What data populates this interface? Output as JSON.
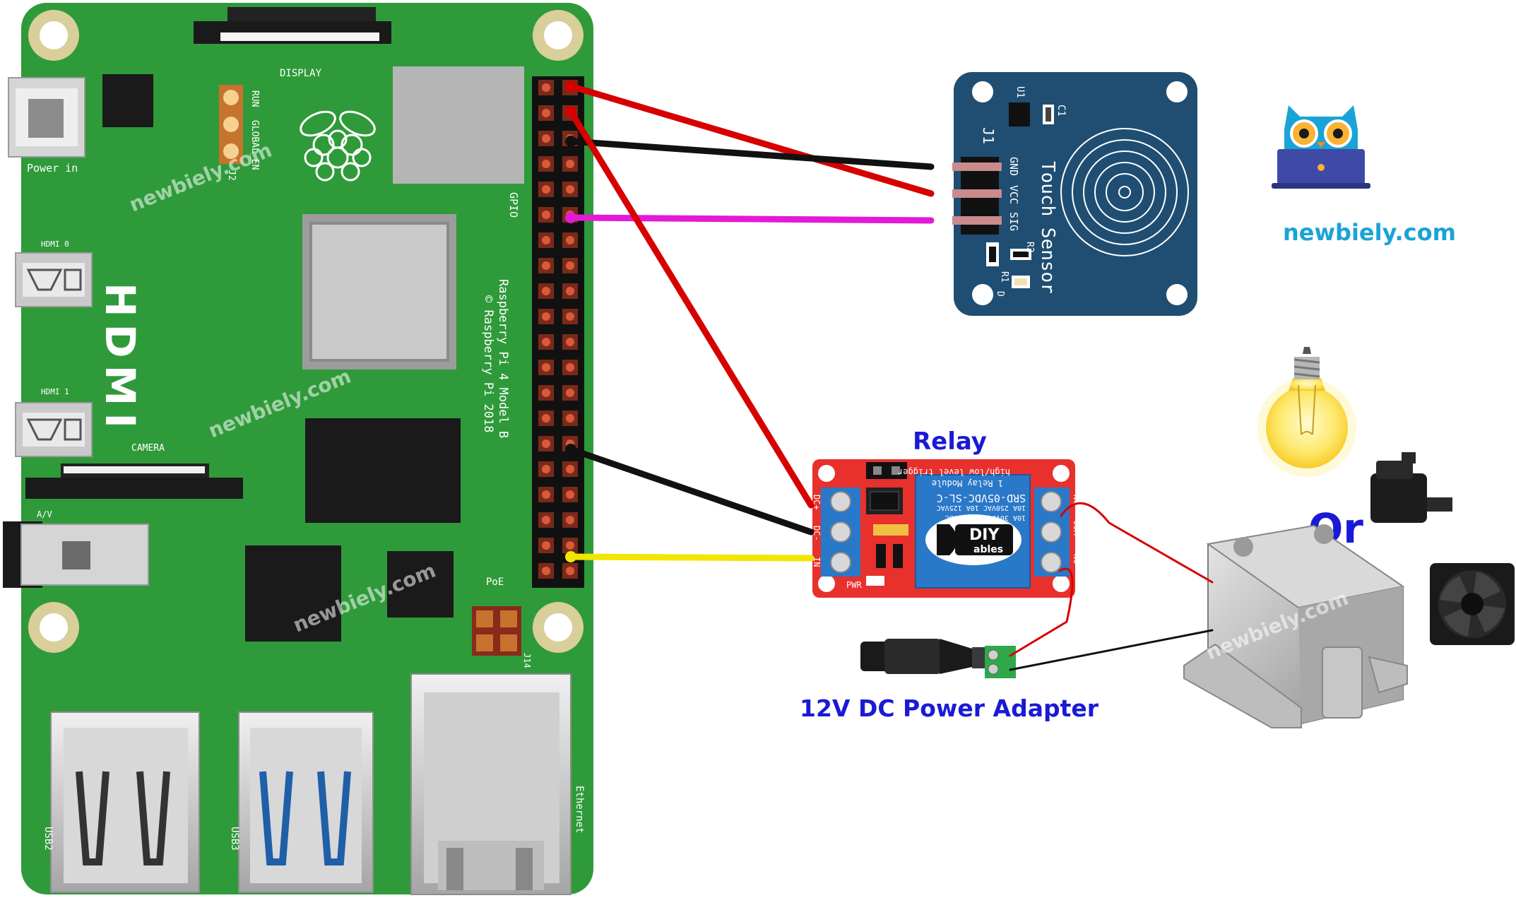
{
  "rpi": {
    "display_label": "DISPLAY",
    "power_label": "Power in",
    "run_label": "RUN",
    "global_en_label": "GLOBAL_EN",
    "j2_label": "J2",
    "hdmi0_label": "HDMI 0",
    "hdmi1_label": "HDMI 1",
    "hdmi_big_label": "HDMI",
    "camera_label": "CAMERA",
    "av_label": "A/V",
    "gpio_label": "GPIO",
    "model_line1": "Raspberry Pi 4 Model B",
    "model_line2": "© Raspberry Pi 2018",
    "poe_label": "PoE",
    "j14_label": "J14",
    "usb2_label": "USB2",
    "usb3_label": "USB3",
    "ethernet_label": "Ethernet"
  },
  "touch_sensor": {
    "title": "Touch Sensor",
    "pin_gnd": "GND",
    "pin_vcc": "VCC",
    "pin_sig": "SIG",
    "j1": "J1",
    "u1": "U1",
    "c1": "C1",
    "r1": "R1",
    "r2": "R2",
    "d": "D"
  },
  "relay": {
    "title": "Relay",
    "module_text": "1 Relay Module",
    "trigger_text": "high/low level trigger",
    "part_text": "SRD-05VDC-SL-C",
    "rating1": "10A 250VAC 10A 125VAC",
    "rating2": "10A 30VDC 10A 28VDC",
    "brand_top": "DIY",
    "brand_bottom": "ables",
    "pin_dc_plus": "DC+",
    "pin_dc_minus": "DC-",
    "pin_in": "IN",
    "pin_nc": "NC",
    "pin_com": "COM",
    "pin_no": "NO",
    "pwr": "PWR"
  },
  "adapter_label": "12V DC Power Adapter",
  "or_label": "Or",
  "logo_text": "newbiely.com",
  "watermark_text": "newbiely.com",
  "colors": {
    "board_green": "#2f9a3a",
    "sensor_blue": "#1f4e72",
    "relay_red": "#e8302c",
    "wire_red": "#d60000",
    "wire_black": "#111111",
    "wire_magenta": "#e41ad6",
    "wire_yellow": "#f2e600",
    "label_blue": "#1a1ad6",
    "logo_cyan": "#1aa3d6"
  },
  "icons": [
    "raspberry-logo-icon",
    "owl-logo-icon",
    "lightbulb-icon",
    "water-pump-icon",
    "cooling-fan-icon",
    "solenoid-lock-icon"
  ]
}
